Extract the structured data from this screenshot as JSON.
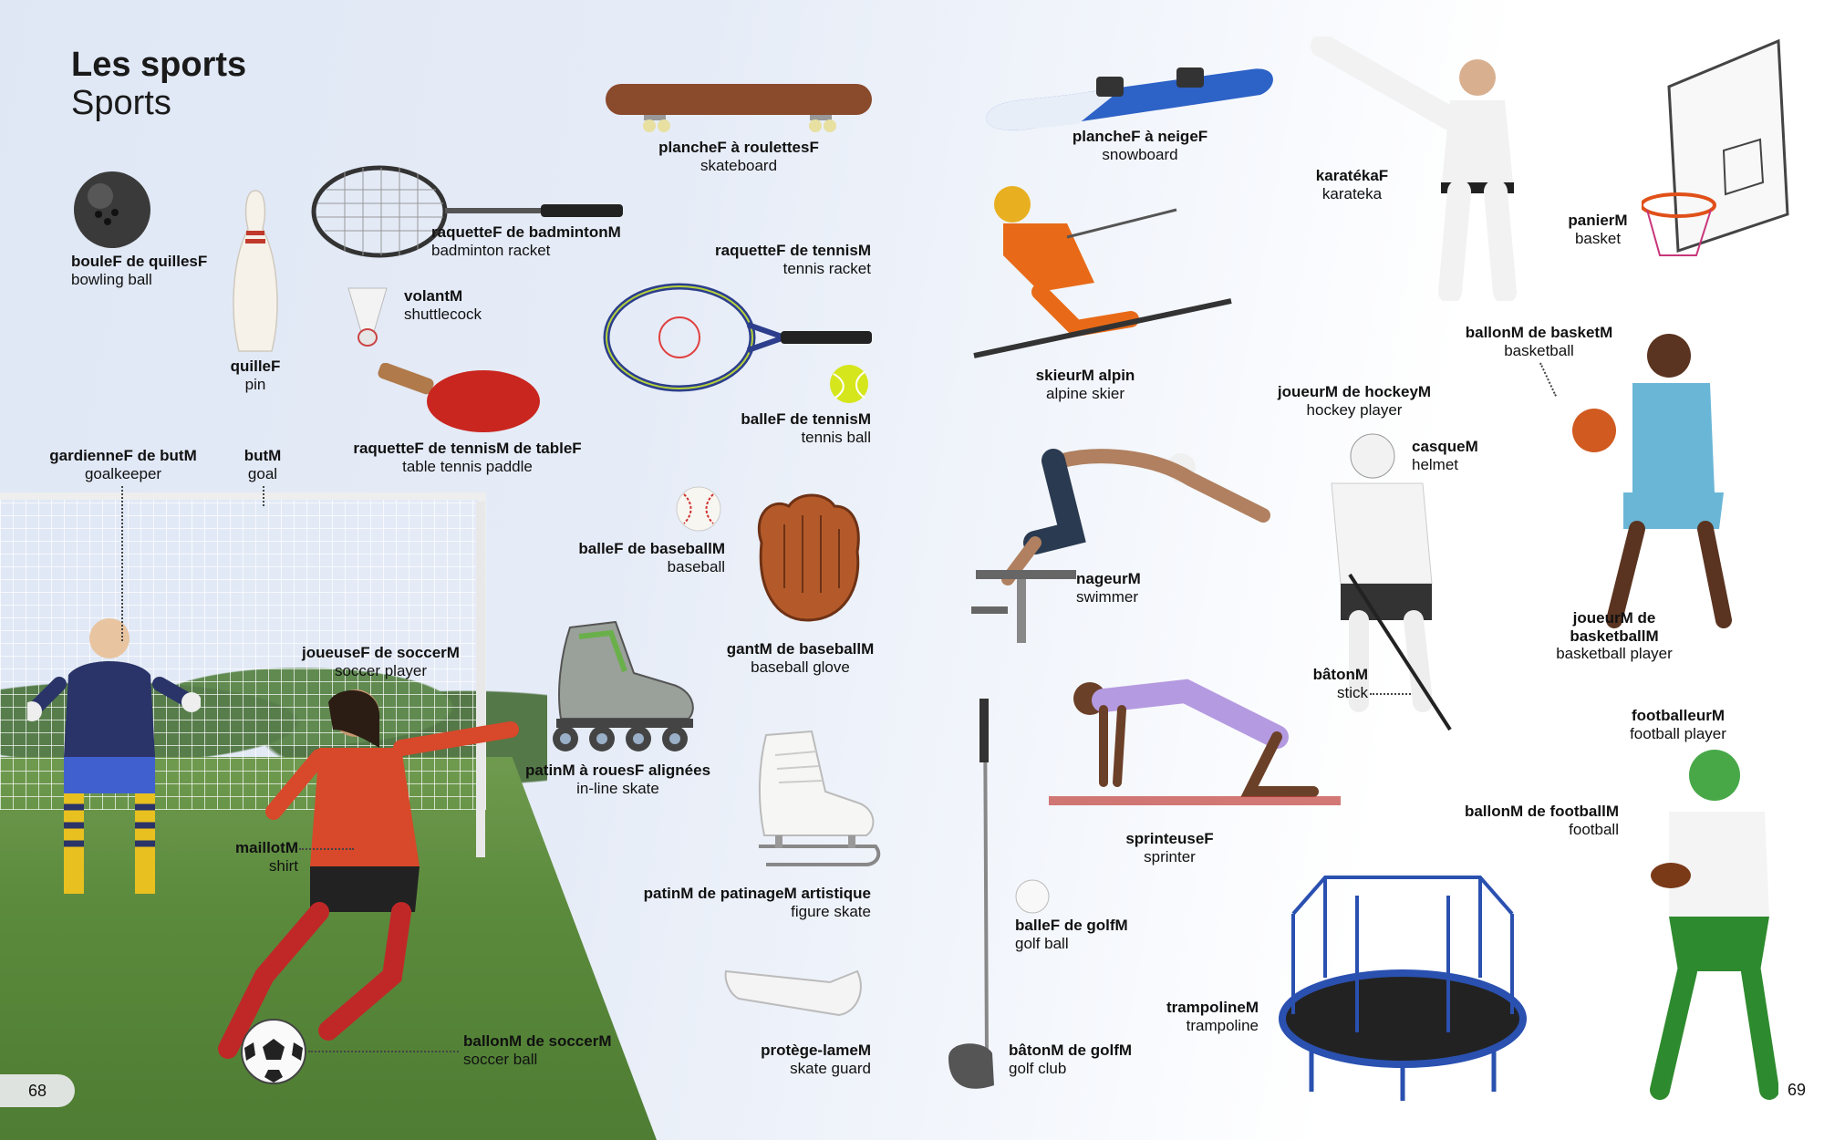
{
  "title": {
    "fr": "Les sports",
    "en": "Sports"
  },
  "pages": {
    "left": "68",
    "right": "69"
  },
  "labels": {
    "bowling_ball": {
      "fr": "bouleF de quillesF",
      "en": "bowling ball"
    },
    "pin": {
      "fr": "quilleF",
      "en": "pin"
    },
    "badminton_racket": {
      "fr": "raquetteF de badmintonM",
      "en": "badminton racket"
    },
    "shuttlecock": {
      "fr": "volantM",
      "en": "shuttlecock"
    },
    "table_tennis_paddle": {
      "fr": "raquetteF de tennisM de tableF",
      "en": "table tennis paddle"
    },
    "skateboard": {
      "fr": "plancheF à roulettesF",
      "en": "skateboard"
    },
    "tennis_racket": {
      "fr": "raquetteF de tennisM",
      "en": "tennis racket"
    },
    "tennis_ball": {
      "fr": "balleF de tennisM",
      "en": "tennis ball"
    },
    "baseball": {
      "fr": "balleF de baseballM",
      "en": "baseball"
    },
    "baseball_glove": {
      "fr": "gantM de baseballM",
      "en": "baseball glove"
    },
    "inline_skate": {
      "fr": "patinM à rouesF alignées",
      "en": "in-line skate"
    },
    "figure_skate": {
      "fr": "patinM de patinageM artistique",
      "en": "figure skate"
    },
    "skate_guard": {
      "fr": "protège-lameM",
      "en": "skate guard"
    },
    "goalkeeper": {
      "fr": "gardienneF de butM",
      "en": "goalkeeper"
    },
    "goal": {
      "fr": "butM",
      "en": "goal"
    },
    "soccer_player": {
      "fr": "joueuseF de soccerM",
      "en": "soccer player"
    },
    "shirt": {
      "fr": "maillotM",
      "en": "shirt"
    },
    "soccer_ball": {
      "fr": "ballonM de soccerM",
      "en": "soccer ball"
    },
    "snowboard": {
      "fr": "plancheF à neigeF",
      "en": "snowboard"
    },
    "alpine_skier": {
      "fr": "skieurM alpin",
      "en": "alpine skier"
    },
    "swimmer": {
      "fr": "nageurM",
      "en": "swimmer"
    },
    "sprinter": {
      "fr": "sprinteuseF",
      "en": "sprinter"
    },
    "golf_ball": {
      "fr": "balleF de golfM",
      "en": "golf ball"
    },
    "golf_club": {
      "fr": "bâtonM de golfM",
      "en": "golf club"
    },
    "karateka": {
      "fr": "karatékaF",
      "en": "karateka"
    },
    "basket": {
      "fr": "panierM",
      "en": "basket"
    },
    "basketball": {
      "fr": "ballonM de basketM",
      "en": "basketball"
    },
    "hockey_player": {
      "fr": "joueurM de hockeyM",
      "en": "hockey player"
    },
    "helmet": {
      "fr": "casqueM",
      "en": "helmet"
    },
    "stick": {
      "fr": "bâtonM",
      "en": "stick"
    },
    "basketball_player": {
      "fr1": "joueurM de",
      "fr2": "basketballM",
      "en": "basketball player"
    },
    "football_player": {
      "fr": "footballeurM",
      "en": "football player"
    },
    "football": {
      "fr": "ballonM de footballM",
      "en": "football"
    },
    "trampoline": {
      "fr": "trampolineM",
      "en": "trampoline"
    }
  },
  "illustrations": {
    "bowling_ball": "bowling-ball-icon",
    "pin": "bowling-pin-icon",
    "badminton_racket": "badminton-racket-icon",
    "shuttlecock": "shuttlecock-icon",
    "paddle": "table-tennis-paddle-icon",
    "skateboard": "skateboard-icon",
    "tennis_racket": "tennis-racket-icon",
    "tennis_ball": "tennis-ball-icon",
    "baseball": "baseball-icon",
    "glove": "baseball-glove-icon",
    "inline_skate": "inline-skate-icon",
    "figure_skate": "figure-skate-icon",
    "skate_guard": "skate-guard-icon",
    "snowboard": "snowboard-icon",
    "golf_club": "golf-club-icon",
    "golf_ball": "golf-ball-icon",
    "trampoline": "trampoline-icon",
    "basket": "basketball-hoop-icon",
    "soccer_ball": "soccer-ball-icon",
    "basketball": "basketball-icon",
    "football": "football-icon"
  },
  "colors": {
    "background_top": "#dfe7f5",
    "grass": "#5b8a3c",
    "text": "#111111"
  }
}
